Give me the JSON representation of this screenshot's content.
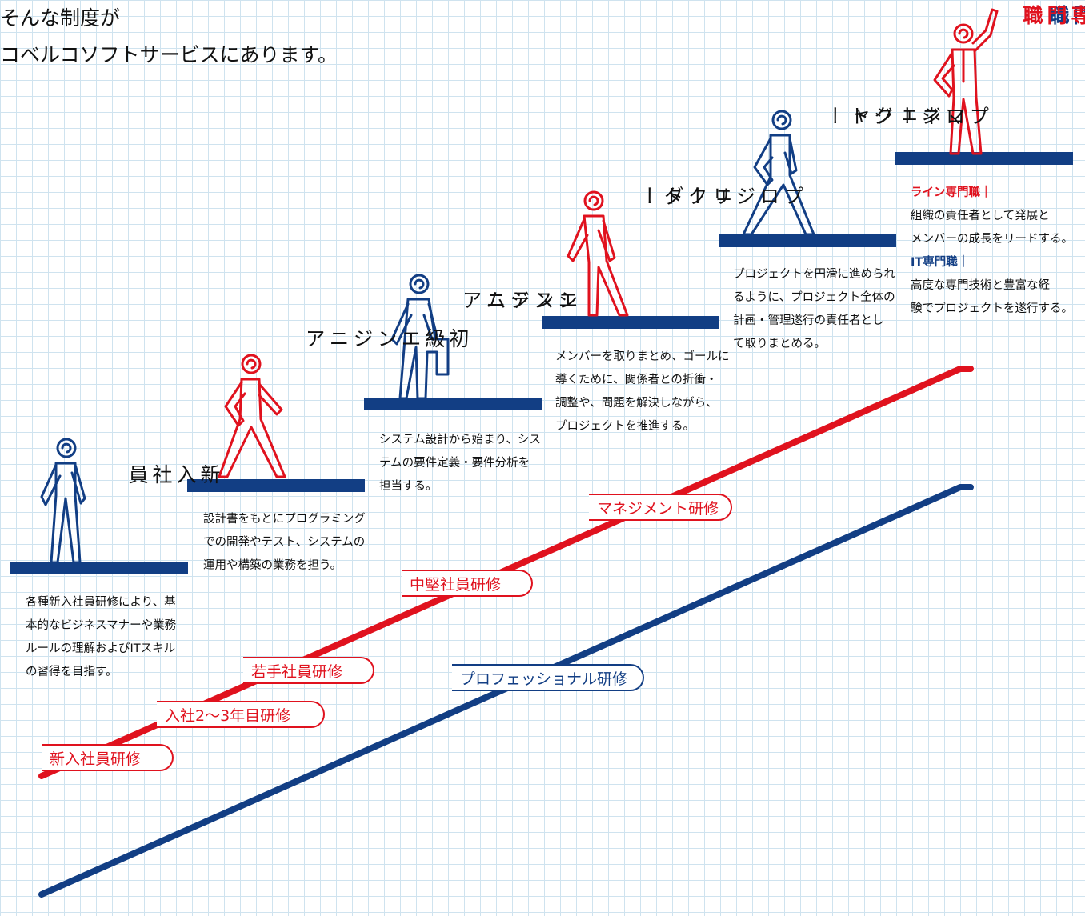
{
  "headline": {
    "line1": "そんな制度が",
    "line2": "コベルコソフトサービスにあります。"
  },
  "colors": {
    "red": "#e0121e",
    "blue": "#123e84"
  },
  "stages": [
    {
      "title": "新\n入\n社\n員",
      "desc": [
        "各種新入社員研修により、基",
        "本的なビジネスマナーや業務",
        "ルールの理解およびITスキル",
        "の習得を目指す。"
      ],
      "figure_color": "blue"
    },
    {
      "title": "初\n級\nエ\nン\nジ\nニ\nア",
      "desc": [
        "設計書をもとにプログラミング",
        "での開発やテスト、システムの",
        "運用や構築の業務を担う。"
      ],
      "figure_color": "red"
    },
    {
      "title": "シ\nス\nテ\nム",
      "title2": "エ\nン\nジ\nニ\nア",
      "desc": [
        "システム設計から始まり、シス",
        "テムの要件定義・要件分析を",
        "担当する。"
      ],
      "figure_color": "blue"
    },
    {
      "title": "プ\nロ\nジ\nェ\nク\nト",
      "title2": "リ\nー\nダ\nー",
      "desc": [
        "メンバーを取りまとめ、ゴールに",
        "導くために、関係者との折衝・",
        "調整や、問題を解決しながら、",
        "プロジェクトを推進する。"
      ],
      "figure_color": "red"
    },
    {
      "title": "プ\nロ\nジ\nェ\nク\nト",
      "title2": "マ\nネ\nー\nジ\nャ\nー",
      "desc": [
        "プロジェクトを円滑に進められ",
        "るように、プロジェクト全体の",
        "計画・管理遂行の責任者とし",
        "て取りまとめる。"
      ],
      "figure_color": "blue"
    },
    {
      "title_blue": "I\nT\n専\n門\n職",
      "title_red": "ラ\nイ\nン\n専\n門\n職",
      "figure_color": "red",
      "desc_line_label": "ライン専門職｜",
      "desc_line": [
        "組織の責任者として発展と",
        "メンバーの成長をリードする。"
      ],
      "desc_it_label": "IT専門職｜",
      "desc_it": [
        "高度な専門技術と豊富な経",
        "験でプロジェクトを遂行する。"
      ]
    }
  ],
  "training_red": [
    "新入社員研修",
    "入社2〜3年目研修",
    "若手社員研修",
    "中堅社員研修",
    "マネジメント研修"
  ],
  "training_blue": [
    "プロフェッショナル研修"
  ]
}
